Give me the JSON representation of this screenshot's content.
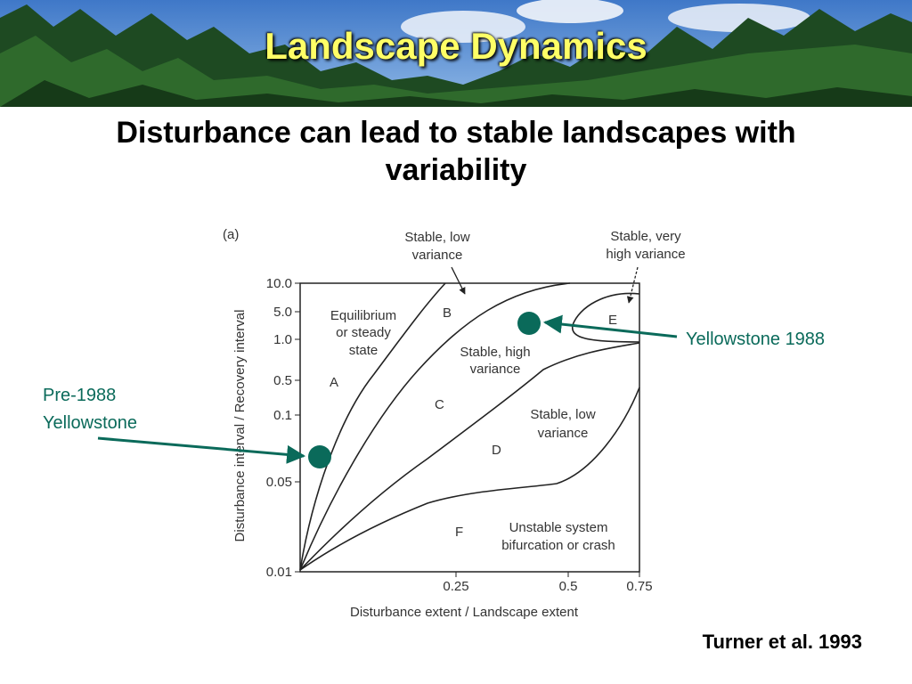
{
  "slide": {
    "title": "Landscape Dynamics",
    "subtitle_line1": "Disturbance can lead to stable landscapes with",
    "subtitle_line2": "variability",
    "credit": "Turner et al. 1993"
  },
  "figure": {
    "panel_label": "(a)",
    "y_axis_label": "Disturbance interval / Recovery interval",
    "x_axis_label": "Disturbance extent / Landscape extent",
    "y_ticks": [
      "10.0",
      "5.0",
      "1.0",
      "0.5",
      "0.1",
      "0.05",
      "0.01"
    ],
    "x_ticks": [
      "0.25",
      "0.5",
      "0.75"
    ],
    "regions": {
      "A": "A",
      "B": "B",
      "C": "C",
      "D": "D",
      "E": "E",
      "F": "F",
      "a_desc_1": "Equilibrium",
      "a_desc_2": "or steady",
      "a_desc_3": "state",
      "c_desc_1": "Stable, high",
      "c_desc_2": "variance",
      "d_desc_1": "Stable, low",
      "d_desc_2": "variance",
      "f_desc_1": "Unstable system",
      "f_desc_2": "bifurcation or crash"
    },
    "callouts": {
      "top_left_1": "Stable, low",
      "top_left_2": "variance",
      "top_right_1": "Stable, very",
      "top_right_2": "high variance"
    },
    "annotations": {
      "yellowstone_1988": "Yellowstone 1988",
      "pre_1988_line1": "Pre-1988",
      "pre_1988_line2": "Yellowstone"
    },
    "colors": {
      "marker": "#0a6a5a",
      "curve": "#222222",
      "banner_text": "#ffff66"
    }
  }
}
